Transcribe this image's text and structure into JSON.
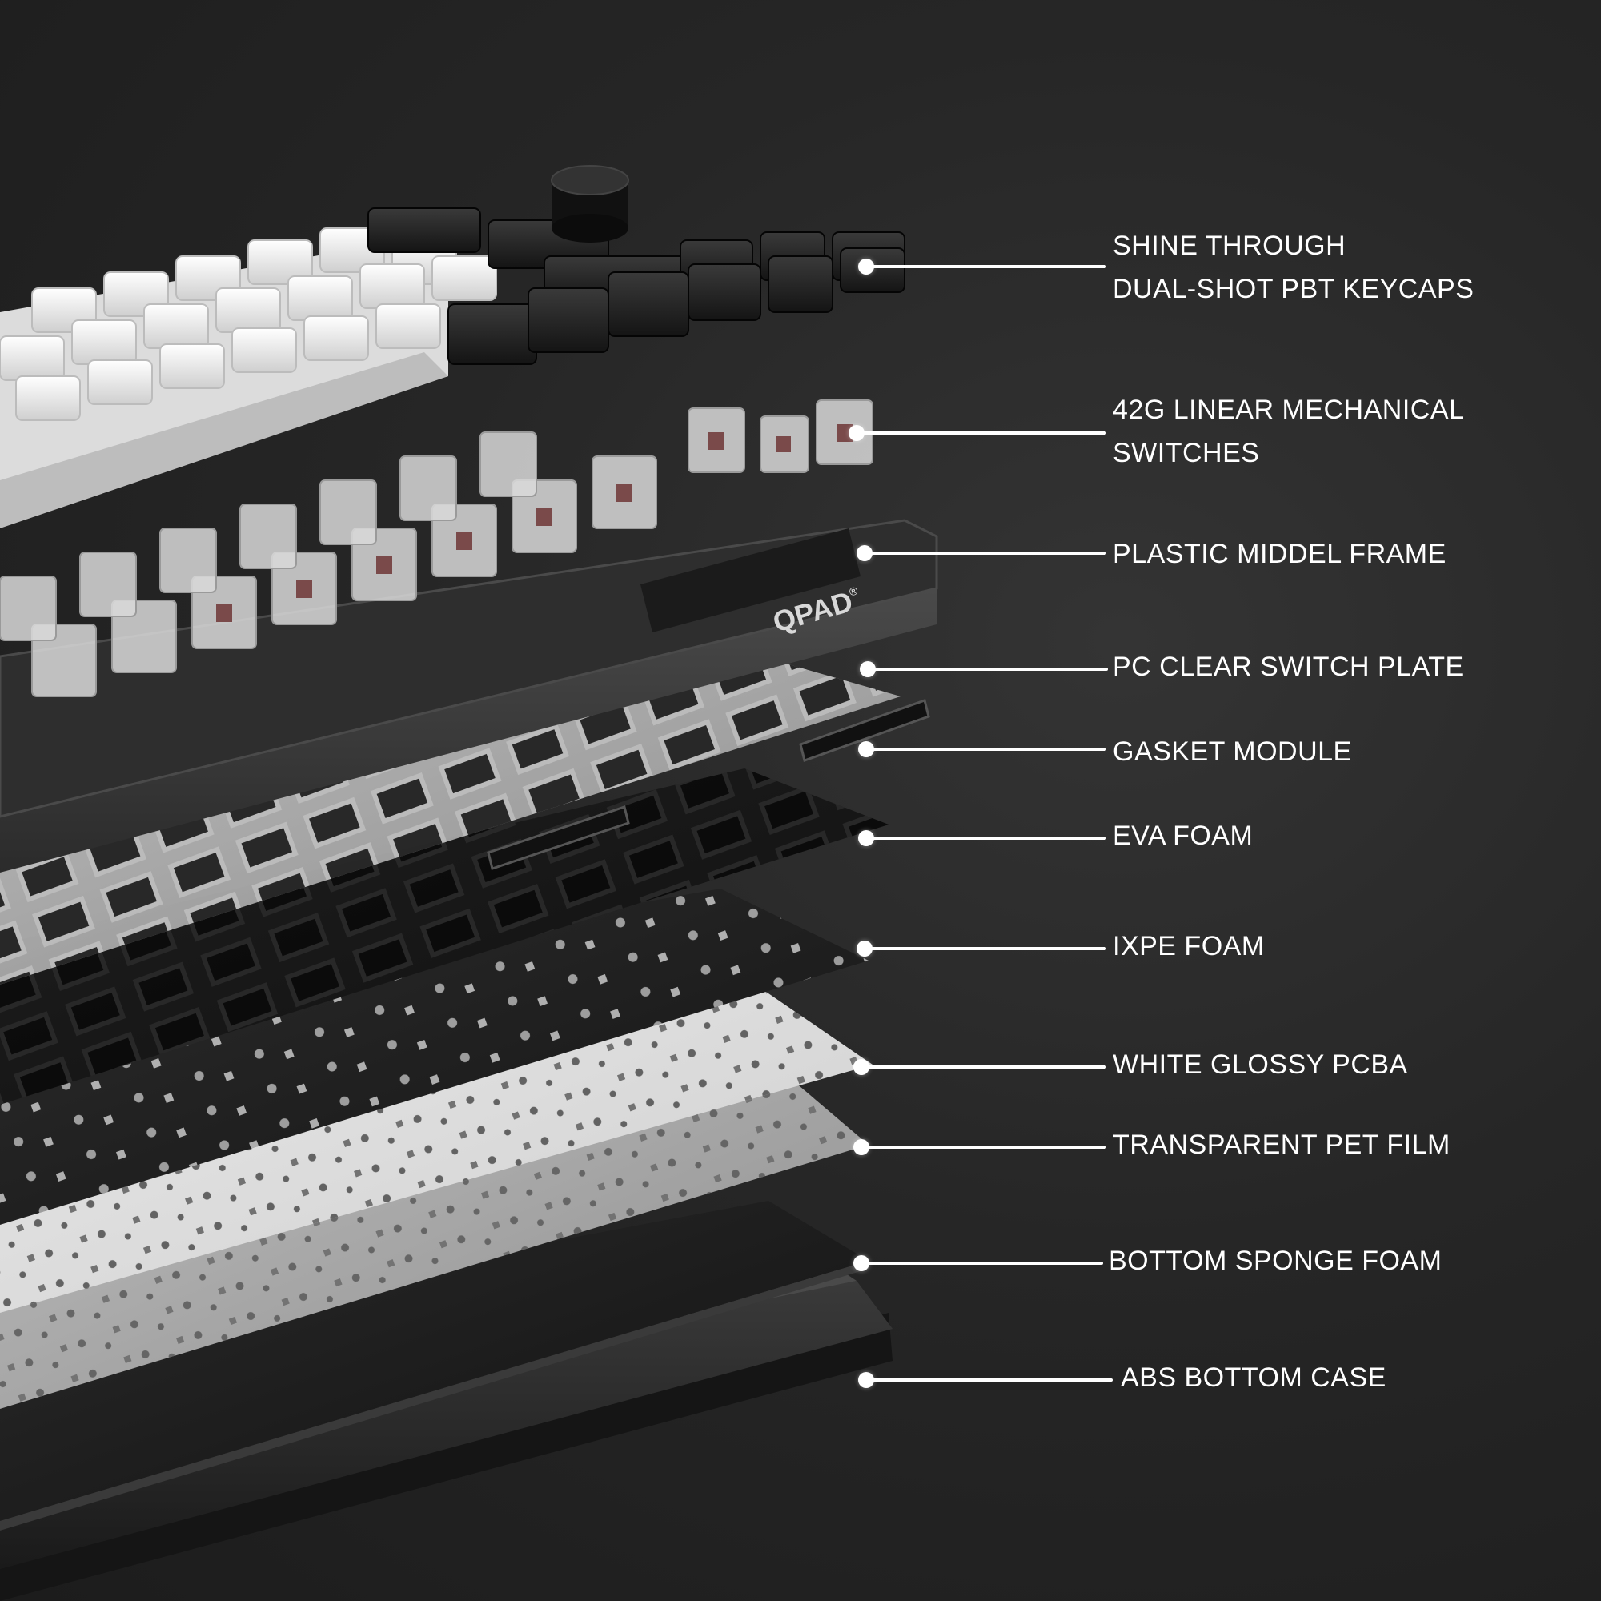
{
  "brand": {
    "logo_text": "QPAD",
    "registered": "®"
  },
  "labels": [
    {
      "id": "keycaps",
      "lines": [
        "SHINE THROUGH",
        "DUAL-SHOT PBT KEYCAPS"
      ]
    },
    {
      "id": "switches",
      "lines": [
        "42G LINEAR MECHANICAL",
        "SWITCHES"
      ]
    },
    {
      "id": "middle-frame",
      "lines": [
        "PLASTIC MIDDEL FRAME"
      ]
    },
    {
      "id": "switch-plate",
      "lines": [
        "PC CLEAR SWITCH PLATE"
      ]
    },
    {
      "id": "gasket",
      "lines": [
        "GASKET MODULE"
      ]
    },
    {
      "id": "eva-foam",
      "lines": [
        "EVA FOAM"
      ]
    },
    {
      "id": "ixpe-foam",
      "lines": [
        "IXPE FOAM"
      ]
    },
    {
      "id": "pcba",
      "lines": [
        "WHITE GLOSSY PCBA"
      ]
    },
    {
      "id": "pet-film",
      "lines": [
        "TRANSPARENT PET FILM"
      ]
    },
    {
      "id": "sponge-foam",
      "lines": [
        "BOTTOM SPONGE FOAM"
      ]
    },
    {
      "id": "bottom-case",
      "lines": [
        "ABS BOTTOM CASE"
      ]
    }
  ],
  "colors": {
    "background": "#262626",
    "label_text": "#ffffff",
    "keycap_white": "#e9e9e9",
    "keycap_black": "#1e1e1e",
    "frame": "#3a3a3a"
  }
}
